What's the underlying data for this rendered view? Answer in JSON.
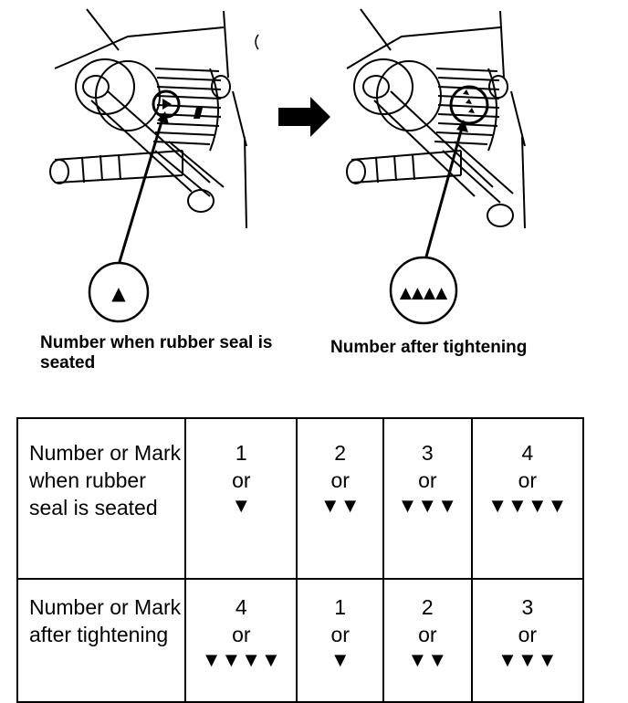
{
  "illustration": {
    "left_caption": "Number when rubber seal is seated",
    "right_caption": "Number after tightening",
    "left_symbol": "▲",
    "right_symbol": "▲▲▲▲",
    "arrow_icon": "right-arrow"
  },
  "table": {
    "rows": [
      {
        "label": "Number or Mark when rubber seal is seated",
        "cells": [
          {
            "number": "1",
            "or": "or",
            "mark": "▼"
          },
          {
            "number": "2",
            "or": "or",
            "mark": "▼▼"
          },
          {
            "number": "3",
            "or": "or",
            "mark": "▼▼▼"
          },
          {
            "number": "4",
            "or": "or",
            "mark": "▼▼▼▼"
          }
        ]
      },
      {
        "label": "Number or Mark after tightening",
        "cells": [
          {
            "number": "4",
            "or": "or",
            "mark": "▼▼▼▼"
          },
          {
            "number": "1",
            "or": "or",
            "mark": "▼"
          },
          {
            "number": "2",
            "or": "or",
            "mark": "▼▼"
          },
          {
            "number": "3",
            "or": "or",
            "mark": "▼▼▼"
          }
        ]
      }
    ]
  }
}
